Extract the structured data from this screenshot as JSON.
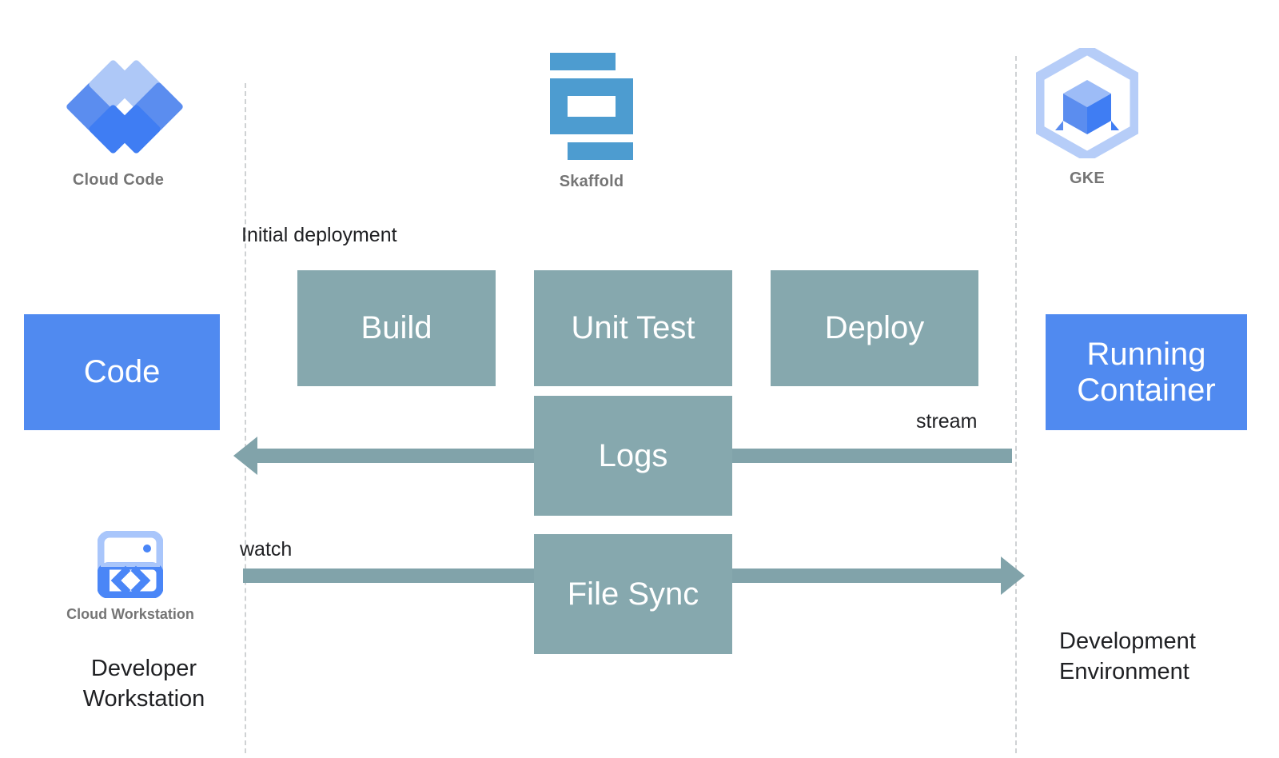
{
  "diagram": {
    "title": "Cloud Code / Skaffold / GKE development loop",
    "colors": {
      "blue_box": "#508af0",
      "teal_box": "#86a8ae",
      "arrow": "#81a3aa",
      "dashed_line": "#cfd2d4",
      "caption_gray": "#757575",
      "text_black": "#202124",
      "skaffold_blue": "#4d9cd0",
      "gke_light_blue": "#aec8f7"
    }
  },
  "logos": [
    {
      "id": "cloud-code",
      "caption": "Cloud Code",
      "icon": "cloud-code-diamonds-icon"
    },
    {
      "id": "skaffold",
      "caption": "Skaffold",
      "icon": "skaffold-s-icon"
    },
    {
      "id": "gke",
      "caption": "GKE",
      "icon": "gke-hexagon-cube-icon"
    },
    {
      "id": "cloud-workstation",
      "caption": "Cloud Workstation",
      "icon": "cloud-workstation-window-code-icon"
    }
  ],
  "boxes": {
    "code": "Code",
    "running_container": "Running\nContainer",
    "build": "Build",
    "unit_test": "Unit Test",
    "deploy": "Deploy",
    "logs": "Logs",
    "file_sync": "File Sync"
  },
  "flow_labels": {
    "initial_deployment": "Initial deployment",
    "stream": "stream",
    "watch": "watch"
  },
  "zone_labels": {
    "developer_workstation": "Developer\nWorkstation",
    "development_environment": "Development\nEnvironment"
  },
  "arrows": [
    {
      "id": "logs-arrow",
      "label": "stream",
      "direction": "right-to-left",
      "from": "Running Container",
      "to": "Code"
    },
    {
      "id": "file-sync-arrow",
      "label": "watch",
      "direction": "left-to-right",
      "from": "Code",
      "to": "Running Container"
    }
  ]
}
